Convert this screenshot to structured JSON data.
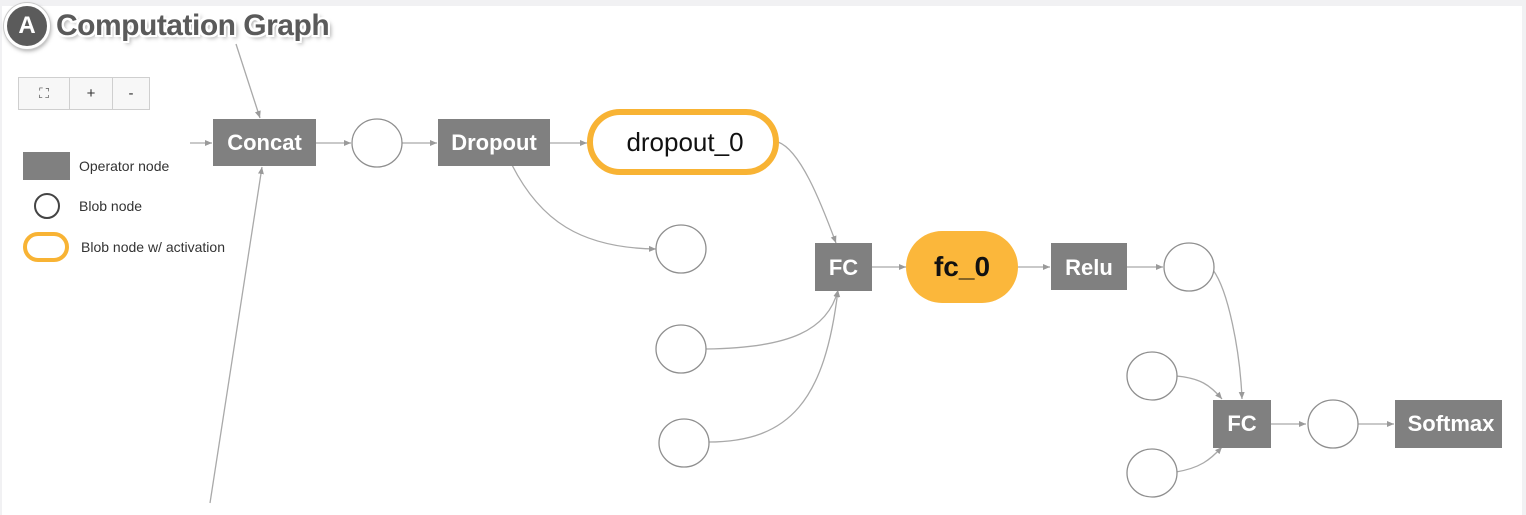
{
  "header": {
    "badge": "A",
    "title": "Computation Graph"
  },
  "zoom_controls": {
    "fit": "⛶",
    "zoom_in": "+",
    "zoom_out": "-"
  },
  "legend": {
    "operator": "Operator node",
    "blob": "Blob node",
    "activation": "Blob node w/ activation"
  },
  "graph": {
    "operators": {
      "concat": "Concat",
      "dropout": "Dropout",
      "fc1": "FC",
      "relu": "Relu",
      "fc2": "FC",
      "softmax": "Softmax"
    },
    "activation_blobs": {
      "dropout_0": "dropout_0",
      "fc_0": "fc_0"
    }
  },
  "colors": {
    "operator": "#808080",
    "activation_outline": "#f8b334",
    "activation_fill": "#fbb73b",
    "edge": "#a7a7a7"
  }
}
